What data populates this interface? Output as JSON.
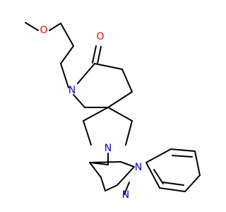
{
  "molecule": {
    "colors": {
      "bond": "#000000",
      "oxygen": "#ff0000",
      "nitrogen": "#0000ff"
    },
    "atoms": [
      {
        "id": "o-methoxy",
        "label": "O",
        "element": "oxygen"
      },
      {
        "id": "o-carbonyl",
        "label": "O",
        "element": "oxygen"
      },
      {
        "id": "n-lactam",
        "label": "N",
        "element": "nitrogen"
      },
      {
        "id": "n-piperidine",
        "label": "N",
        "element": "nitrogen"
      },
      {
        "id": "n-pyrazole-1",
        "label": "N",
        "element": "nitrogen"
      },
      {
        "id": "n-pyrazole-2",
        "label": "N",
        "element": "nitrogen"
      }
    ]
  }
}
